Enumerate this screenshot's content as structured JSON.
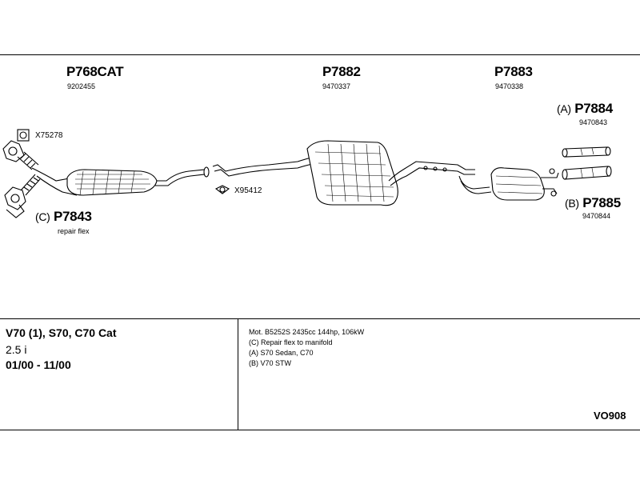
{
  "parts": {
    "cat": {
      "code": "P768CAT",
      "number": "9202455"
    },
    "mid": {
      "code": "P7882",
      "number": "9470337"
    },
    "rear": {
      "code": "P7883",
      "number": "9470338"
    },
    "tail_a": {
      "prefix": "(A)",
      "code": "P7884",
      "number": "9470843"
    },
    "tail_b": {
      "prefix": "(B)",
      "code": "P7885",
      "number": "9470844"
    },
    "flex": {
      "prefix": "(C)",
      "code": "P7843",
      "note": "repair flex"
    }
  },
  "accessories": {
    "gasket": "X75278",
    "clamp": "X95412"
  },
  "vehicle": {
    "models": "V70 (1), S70, C70 Cat",
    "engine": "2.5 i",
    "years": "01/00 - 11/00"
  },
  "notes": [
    "Mot. B5252S 2435cc 144hp, 106kW",
    "(C) Repair flex to manifold",
    "(A) S70 Sedan, C70",
    "(B) V70 STW"
  ],
  "diagram_code": "VO908"
}
